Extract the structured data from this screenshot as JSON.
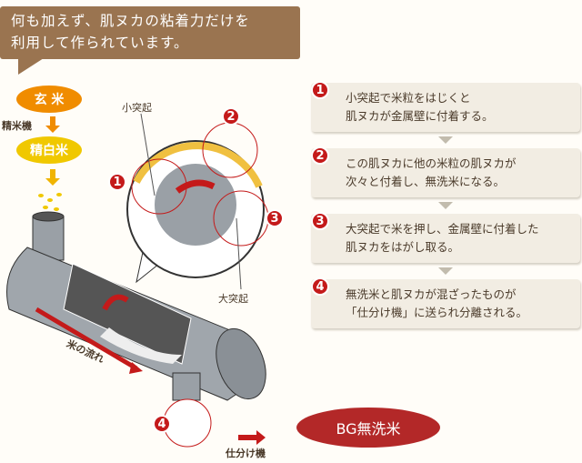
{
  "callout": {
    "line1": "何も加えず、肌ヌカの粘着力だけを",
    "line2": "利用して作られています。"
  },
  "flow": {
    "brown_rice": "玄 米",
    "polisher": "精米機",
    "polished_rice": "精白米"
  },
  "diagram": {
    "small_protrusion": "小突起",
    "large_protrusion": "大突起",
    "rice_flow": "米の流れ",
    "separator": "仕分け機",
    "result": "BG無洗米",
    "markers": [
      "1",
      "2",
      "3",
      "4"
    ]
  },
  "steps": [
    {
      "num": "1",
      "line1": "小突起で米粒をはじくと",
      "line2": "肌ヌカが金属壁に付着する。"
    },
    {
      "num": "2",
      "line1": "この肌ヌカに他の米粒の肌ヌカが",
      "line2": "次々と付着し、無洗米になる。"
    },
    {
      "num": "3",
      "line1": "大突起で米を押し、金属壁に付着した",
      "line2": "肌ヌカをはがし取る。"
    },
    {
      "num": "4",
      "line1": "無洗米と肌ヌカが混ざったものが",
      "line2": "「仕分け機」に送られ分離される。"
    }
  ],
  "colors": {
    "callout": "#9a7450",
    "accent_red": "#c41a1a",
    "orange": "#f08c00",
    "yellow": "#f0c800",
    "step_bg": "#f2ede3"
  }
}
